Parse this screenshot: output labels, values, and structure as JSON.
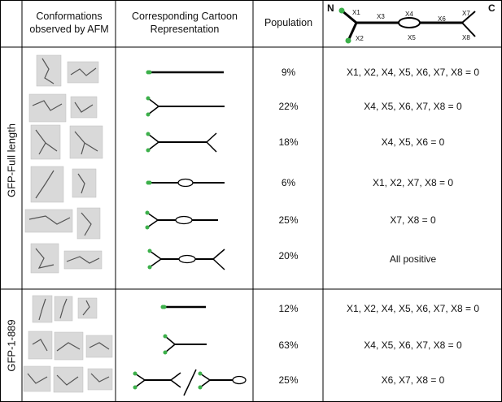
{
  "headers": {
    "afm": "Conformations observed by AFM",
    "afm_line1": "Conformations",
    "afm_line2": "observed by AFM",
    "cartoon_line1": "Corresponding Cartoon",
    "cartoon_line2": "Representation",
    "population": "Population"
  },
  "key_diagram": {
    "n_label": "N",
    "c_label": "C",
    "segments": [
      "X1",
      "X2",
      "X3",
      "X4",
      "X5",
      "X6",
      "X7",
      "X8"
    ]
  },
  "groups": [
    {
      "label": "GFP-Full length",
      "rows": [
        {
          "population": "9%",
          "condition": "X1, X2, X4, X5, X6, X7, X8 = 0"
        },
        {
          "population": "22%",
          "condition": "X4, X5, X6, X7, X8 = 0"
        },
        {
          "population": "18%",
          "condition": "X4, X5, X6 = 0"
        },
        {
          "population": "6%",
          "condition": "X1, X2, X7, X8 = 0"
        },
        {
          "population": "25%",
          "condition": "X7, X8 = 0"
        },
        {
          "population": "20%",
          "condition": "All positive"
        }
      ]
    },
    {
      "label": "GFP-1-889",
      "rows": [
        {
          "population": "12%",
          "condition": "X1, X2, X4, X5, X6, X7, X8 = 0"
        },
        {
          "population": "63%",
          "condition": "X4, X5, X6, X7, X8 = 0"
        },
        {
          "population": "25%",
          "condition": "X6, X7, X8 = 0"
        }
      ]
    }
  ],
  "colors": {
    "line": "#000000",
    "terminus_dot": "#3cb04a",
    "afm_bg": "#d9d9d9"
  }
}
